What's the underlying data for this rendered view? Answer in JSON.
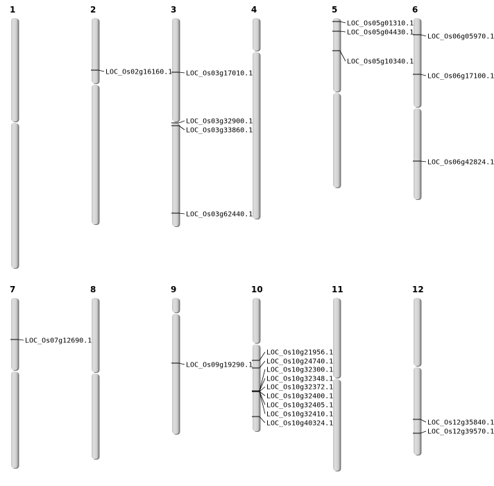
{
  "title": "Chromosome map of rice gene loci",
  "chromosomes": [
    {
      "name": "1",
      "genes": []
    },
    {
      "name": "2",
      "genes": [
        "LOC_Os02g16160.1"
      ]
    },
    {
      "name": "3",
      "genes": [
        "LOC_Os03g17010.1",
        "LOC_Os03g32900.1",
        "LOC_Os03g33860.1",
        "LOC_Os03g62440.1"
      ]
    },
    {
      "name": "4",
      "genes": []
    },
    {
      "name": "5",
      "genes": [
        "LOC_Os05g01310.1",
        "LOC_Os05g04430.1",
        "LOC_Os05g10340.1"
      ]
    },
    {
      "name": "6",
      "genes": [
        "LOC_Os06g05970.1",
        "LOC_Os06g17100.1",
        "LOC_Os06g42824.1"
      ]
    },
    {
      "name": "7",
      "genes": [
        "LOC_Os07g12690.1"
      ]
    },
    {
      "name": "8",
      "genes": []
    },
    {
      "name": "9",
      "genes": [
        "LOC_Os09g19290.1"
      ]
    },
    {
      "name": "10",
      "genes": [
        "LOC_Os10g21956.1",
        "LOC_Os10g24740.1",
        "LOC_Os10g32300.1",
        "LOC_Os10g32348.1",
        "LOC_Os10g32372.1",
        "LOC_Os10g32400.1",
        "LOC_Os10g32405.1",
        "LOC_Os10g32410.1",
        "LOC_Os10g40324.1"
      ]
    },
    {
      "name": "11",
      "genes": []
    },
    {
      "name": "12",
      "genes": [
        "LOC_Os12g35840.1",
        "LOC_Os12g39570.1"
      ]
    }
  ],
  "colors": {
    "chromosome": "#d4d4d4",
    "shadow": "#7a7a7a",
    "marker": "#000000"
  }
}
